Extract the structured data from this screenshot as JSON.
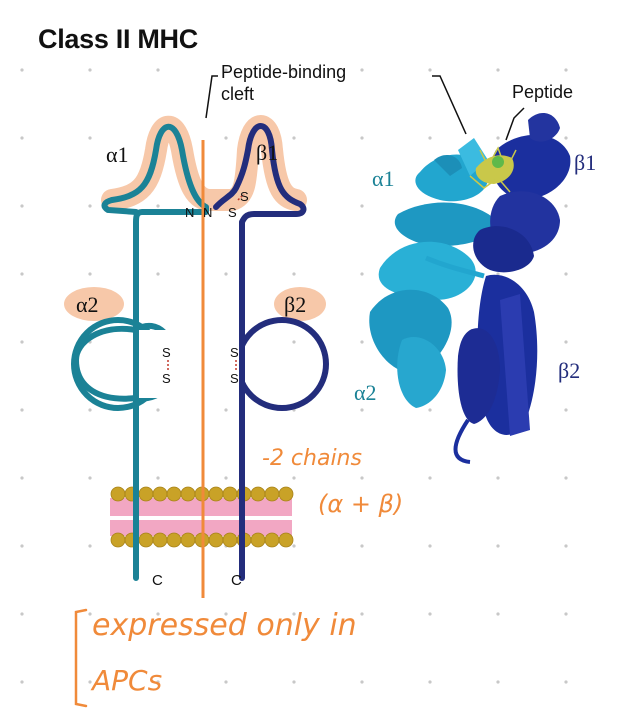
{
  "title": "Class II MHC",
  "labels": {
    "cleft_line1": "Peptide-binding",
    "cleft_line2": "cleft",
    "peptide": "Peptide",
    "alpha1": "α1",
    "beta1": "β1",
    "alpha2": "α2",
    "beta2": "β2",
    "struct_alpha1": "α1",
    "struct_beta1": "β1",
    "struct_alpha2": "α2",
    "struct_beta2": "β2",
    "n_left": "N",
    "n_right": "N",
    "s": "S",
    "c_left": "C",
    "c_right": "C"
  },
  "notes": {
    "chains_line1": "-2 chains",
    "chains_line2": "(α + β)",
    "expressed_line1": "expressed only in",
    "expressed_line2": "APCs"
  },
  "colors": {
    "alpha_chain": "#1b8296",
    "beta_chain": "#232d7c",
    "highlight": "#f7c8a9",
    "handwriting": "#f08a3a",
    "membrane_heads": "#c9a227",
    "membrane_core": "#f2a7c3",
    "struct_alpha": "#22a6cf",
    "struct_beta": "#1b2f9e",
    "peptide": "#c9c84a"
  }
}
